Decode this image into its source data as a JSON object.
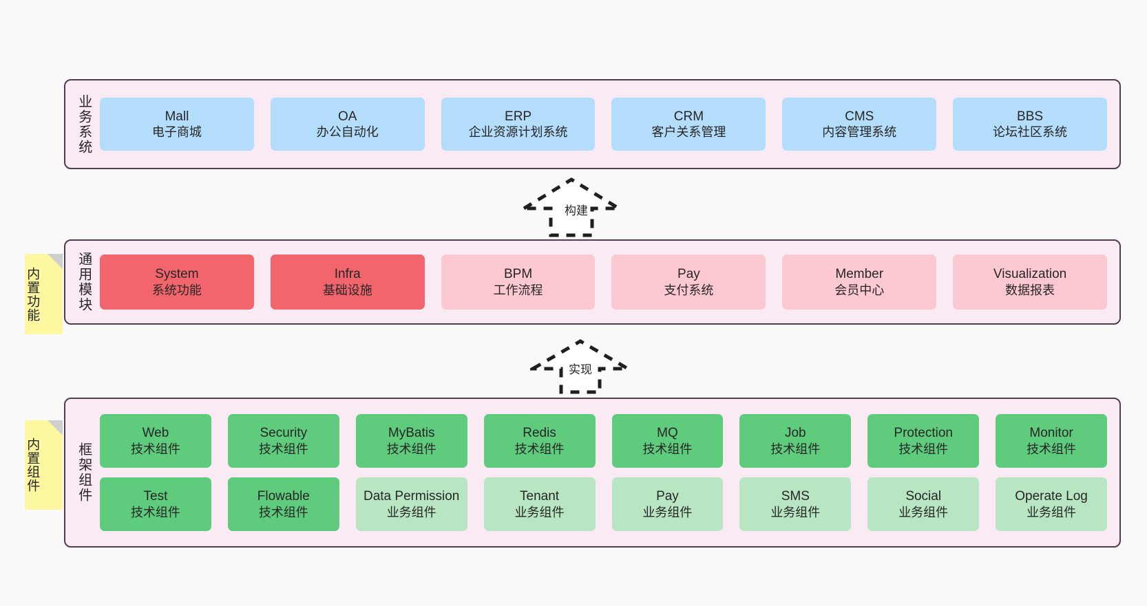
{
  "diagram": {
    "background_color": "#f9f9f9",
    "layer_border_color": "#4f3d4f",
    "layer_fill_color": "#f9eaf4",
    "sticky_color": "#fcf7a0"
  },
  "layers": [
    {
      "id": "business",
      "title": "业务系统",
      "rows": [
        {
          "cards": [
            {
              "name": "Mall",
              "desc": "电子商城",
              "color": "#b4ddfb",
              "style": "c-blue"
            },
            {
              "name": "OA",
              "desc": "办公自动化",
              "color": "#b4ddfb",
              "style": "c-blue"
            },
            {
              "name": "ERP",
              "desc": "企业资源计划系统",
              "color": "#b4ddfb",
              "style": "c-blue"
            },
            {
              "name": "CRM",
              "desc": "客户关系管理",
              "color": "#b4ddfb",
              "style": "c-blue"
            },
            {
              "name": "CMS",
              "desc": "内容管理系统",
              "color": "#b4ddfb",
              "style": "c-blue"
            },
            {
              "name": "BBS",
              "desc": "论坛社区系统",
              "color": "#b4ddfb",
              "style": "c-blue"
            }
          ]
        }
      ]
    },
    {
      "id": "modules",
      "title": "通用模块",
      "sticky": "内置功能",
      "rows": [
        {
          "cards": [
            {
              "name": "System",
              "desc": "系统功能",
              "color": "#f2656d",
              "style": "c-red"
            },
            {
              "name": "Infra",
              "desc": "基础设施",
              "color": "#f2656d",
              "style": "c-red"
            },
            {
              "name": "BPM",
              "desc": "工作流程",
              "color": "#fcc9d2",
              "style": "c-pink"
            },
            {
              "name": "Pay",
              "desc": "支付系统",
              "color": "#fcc9d2",
              "style": "c-pink"
            },
            {
              "name": "Member",
              "desc": "会员中心",
              "color": "#fcc9d2",
              "style": "c-pink"
            },
            {
              "name": "Visualization",
              "desc": "数据报表",
              "color": "#fcc9d2",
              "style": "c-pink"
            }
          ]
        }
      ]
    },
    {
      "id": "framework",
      "title": "框架组件",
      "sticky": "内置组件",
      "rows": [
        {
          "cards": [
            {
              "name": "Web",
              "desc": "技术组件",
              "color": "#5ecb7d",
              "style": "c-green"
            },
            {
              "name": "Security",
              "desc": "技术组件",
              "color": "#5ecb7d",
              "style": "c-green"
            },
            {
              "name": "MyBatis",
              "desc": "技术组件",
              "color": "#5ecb7d",
              "style": "c-green"
            },
            {
              "name": "Redis",
              "desc": "技术组件",
              "color": "#5ecb7d",
              "style": "c-green"
            },
            {
              "name": "MQ",
              "desc": "技术组件",
              "color": "#5ecb7d",
              "style": "c-green"
            },
            {
              "name": "Job",
              "desc": "技术组件",
              "color": "#5ecb7d",
              "style": "c-green"
            },
            {
              "name": "Protection",
              "desc": "技术组件",
              "color": "#5ecb7d",
              "style": "c-green"
            },
            {
              "name": "Monitor",
              "desc": "技术组件",
              "color": "#5ecb7d",
              "style": "c-green"
            }
          ]
        },
        {
          "cards": [
            {
              "name": "Test",
              "desc": "技术组件",
              "color": "#5ecb7d",
              "style": "c-green"
            },
            {
              "name": "Flowable",
              "desc": "技术组件",
              "color": "#5ecb7d",
              "style": "c-green"
            },
            {
              "name": "Data Permission",
              "desc": "业务组件",
              "color": "#b8e6c3",
              "style": "c-lightgreen"
            },
            {
              "name": "Tenant",
              "desc": "业务组件",
              "color": "#b8e6c3",
              "style": "c-lightgreen"
            },
            {
              "name": "Pay",
              "desc": "业务组件",
              "color": "#b8e6c3",
              "style": "c-lightgreen"
            },
            {
              "name": "SMS",
              "desc": "业务组件",
              "color": "#b8e6c3",
              "style": "c-lightgreen"
            },
            {
              "name": "Social",
              "desc": "业务组件",
              "color": "#b8e6c3",
              "style": "c-lightgreen"
            },
            {
              "name": "Operate Log",
              "desc": "业务组件",
              "color": "#b8e6c3",
              "style": "c-lightgreen"
            }
          ]
        }
      ]
    }
  ],
  "arrows": [
    {
      "id": "build",
      "label": "构建",
      "style": "dashed-hollow-up-arrow"
    },
    {
      "id": "impl",
      "label": "实现",
      "style": "dashed-hollow-up-arrow"
    }
  ]
}
